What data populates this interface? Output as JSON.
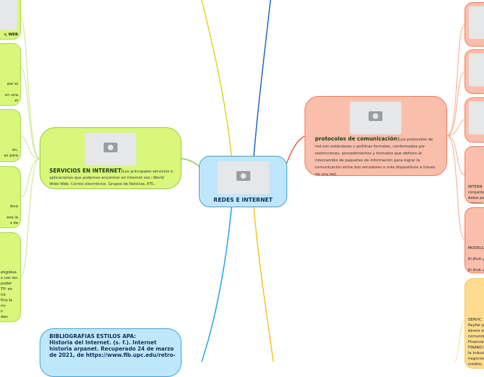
{
  "central": {
    "title": "REDES E INTERNET"
  },
  "servicios": {
    "title": "SERVICIOS EN INTERNET:",
    "text": "Los principales servicios o aplicaciones que podemos encontrar en Internet son: World Wide Web. Correo electrónico. Grupos de Noticias, ETC."
  },
  "protocolos": {
    "title": "protocolos de comunicación:",
    "text": "Los protocolos de red son estándares y políticas formales, conformados por restricciones, procedimientos y formatos que definen el intercambio de paquetes de información para lograr la comunicación entre dos servidores o más dispositivos a través de una red."
  },
  "bibliografia": {
    "title": "BIBLIOGRAFIAS ESTILOS APA:",
    "text": "Historia del Internet. (s. f.). Internet historia arpanet. Recuperado 24 de marzo de 2021, de https://www.fib.upc.edu/retro-"
  },
  "left_nodes": [
    {
      "text": "r, WEB"
    },
    {
      "text": "por el\n\non una\nel"
    },
    {
      "text": "ón,\naz para"
    },
    {
      "text": "leva\n\nesa la\ns de"
    },
    {
      "text": "eligibles\ns con los\npoder\nTP: es\nna\nfica la\nno\nn\nden\ns"
    }
  ],
  "right_nodes": [
    {
      "text": ""
    },
    {
      "text": ""
    },
    {
      "text": ""
    },
    {
      "text": "INTERN\nconjunto\ndatos pa\ny llegar"
    },
    {
      "text": "MODELO\n\nEl IPv4 u\n\nEl IPv6 u"
    },
    {
      "text": "SERVIC\nPayPal p\ndinero e\ncomunid\nFinancia\nFINANCI\nla indust\nnegocios\ncrédito,\ncompañ"
    }
  ]
}
